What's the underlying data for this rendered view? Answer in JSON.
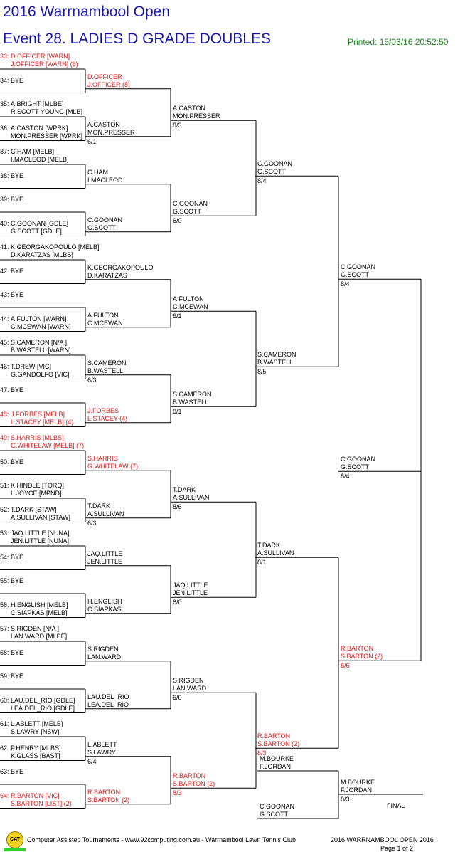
{
  "header": {
    "tournament": "2016 Warrnambool Open",
    "event": "Event 28. LADIES D GRADE DOUBLES",
    "printed": "Printed: 15/03/16 20:52:50"
  },
  "draw": [
    {
      "pos": "33:",
      "p1": "D.OFFICER [WARN]",
      "p2": "J.OFFICER [WARN] (8)",
      "seed": true
    },
    {
      "pos": "34:",
      "p1": "BYE",
      "p2": ""
    },
    {
      "pos": "35:",
      "p1": "A.BRIGHT [MLBE]",
      "p2": "R.SCOTT-YOUNG [MLB]"
    },
    {
      "pos": "36:",
      "p1": "A.CASTON [WPRK]",
      "p2": "MON.PRESSER [WPRK]"
    },
    {
      "pos": "37:",
      "p1": "C.HAM [MELB]",
      "p2": "I.MACLEOD [MELB]"
    },
    {
      "pos": "38:",
      "p1": "BYE",
      "p2": ""
    },
    {
      "pos": "39:",
      "p1": "BYE",
      "p2": ""
    },
    {
      "pos": "40:",
      "p1": "C.GOONAN [GDLE]",
      "p2": "G.SCOTT [GDLE]"
    },
    {
      "pos": "41:",
      "p1": "K.GEORGAKOPOULO [MELB]",
      "p2": "D.KARATZAS [MLBS]"
    },
    {
      "pos": "42:",
      "p1": "BYE",
      "p2": ""
    },
    {
      "pos": "43:",
      "p1": "BYE",
      "p2": ""
    },
    {
      "pos": "44:",
      "p1": "A.FULTON [WARN]",
      "p2": "C.MCEWAN [WARN]"
    },
    {
      "pos": "45:",
      "p1": "S.CAMERON [N/A ]",
      "p2": "B.WASTELL [WARN]"
    },
    {
      "pos": "46:",
      "p1": "T.DREW [VIC]",
      "p2": "G.GANDOLFO [VIC]"
    },
    {
      "pos": "47:",
      "p1": "BYE",
      "p2": ""
    },
    {
      "pos": "48:",
      "p1": "J.FORBES [MELB]",
      "p2": "L.STACEY [MELB] (4)",
      "seed": true
    },
    {
      "pos": "49:",
      "p1": "S.HARRIS [MLBS]",
      "p2": "G.WHITELAW [MELB] (7)",
      "seed": true
    },
    {
      "pos": "50:",
      "p1": "BYE",
      "p2": ""
    },
    {
      "pos": "51:",
      "p1": "K.HINDLE [TORQ]",
      "p2": "L.JOYCE [MPND]"
    },
    {
      "pos": "52:",
      "p1": "T.DARK [STAW]",
      "p2": "A.SULLIVAN [STAW]"
    },
    {
      "pos": "53:",
      "p1": "JAQ.LITTLE [NUNA]",
      "p2": "JEN.LITTLE [NUNA]"
    },
    {
      "pos": "54:",
      "p1": "BYE",
      "p2": ""
    },
    {
      "pos": "55:",
      "p1": "BYE",
      "p2": ""
    },
    {
      "pos": "56:",
      "p1": "H.ENGLISH [MELB]",
      "p2": "C.SIAPKAS [MELB]"
    },
    {
      "pos": "57:",
      "p1": "S.RIGDEN [N/A ]",
      "p2": "LAN.WARD [MLBE]"
    },
    {
      "pos": "58:",
      "p1": "BYE",
      "p2": ""
    },
    {
      "pos": "59:",
      "p1": "BYE",
      "p2": ""
    },
    {
      "pos": "60:",
      "p1": "LAU.DEL_RIO [GDLE]",
      "p2": "LEA.DEL_RIO [GDLE]"
    },
    {
      "pos": "61:",
      "p1": "L.ABLETT [MELB]",
      "p2": "S.LAWRY [NSW]"
    },
    {
      "pos": "62:",
      "p1": "P.HENRY [MLBS]",
      "p2": "K.GLASS [BAST]"
    },
    {
      "pos": "63:",
      "p1": "BYE",
      "p2": ""
    },
    {
      "pos": "64:",
      "p1": "R.BARTON [VIC]",
      "p2": "S.BARTON [LIST] (2)",
      "seed": true
    }
  ],
  "round2": [
    {
      "a": "D.OFFICER",
      "b": "J.OFFICER (8)",
      "score": "",
      "seed": true
    },
    {
      "a": "A.CASTON",
      "b": "MON.PRESSER",
      "score": "6/1"
    },
    {
      "a": "C.HAM",
      "b": "I.MACLEOD",
      "score": ""
    },
    {
      "a": "C.GOONAN",
      "b": "G.SCOTT",
      "score": ""
    },
    {
      "a": "K.GEORGAKOPOULO",
      "b": "D.KARATZAS",
      "score": ""
    },
    {
      "a": "A.FULTON",
      "b": "C.MCEWAN",
      "score": ""
    },
    {
      "a": "S.CAMERON",
      "b": "B.WASTELL",
      "score": "6/3"
    },
    {
      "a": "J.FORBES",
      "b": "L.STACEY (4)",
      "score": "",
      "seed": true
    },
    {
      "a": "S.HARRIS",
      "b": "G.WHITELAW (7)",
      "score": "",
      "seed": true
    },
    {
      "a": "T.DARK",
      "b": "A.SULLIVAN",
      "score": "6/3"
    },
    {
      "a": "JAQ.LITTLE",
      "b": "JEN.LITTLE",
      "score": ""
    },
    {
      "a": "H.ENGLISH",
      "b": "C.SIAPKAS",
      "score": ""
    },
    {
      "a": "S.RIGDEN",
      "b": "LAN.WARD",
      "score": ""
    },
    {
      "a": "LAU.DEL_RIO",
      "b": "LEA.DEL_RIO",
      "score": ""
    },
    {
      "a": "L.ABLETT",
      "b": "S.LAWRY",
      "score": "6/4"
    },
    {
      "a": "R.BARTON",
      "b": "S.BARTON (2)",
      "score": "",
      "seed": true
    }
  ],
  "round3": [
    {
      "a": "A.CASTON",
      "b": "MON.PRESSER",
      "score": "8/3"
    },
    {
      "a": "C.GOONAN",
      "b": "G.SCOTT",
      "score": "6/0"
    },
    {
      "a": "A.FULTON",
      "b": "C.MCEWAN",
      "score": "6/1"
    },
    {
      "a": "S.CAMERON",
      "b": "B.WASTELL",
      "score": "8/1"
    },
    {
      "a": "T.DARK",
      "b": "A.SULLIVAN",
      "score": "8/6"
    },
    {
      "a": "JAQ.LITTLE",
      "b": "JEN.LITTLE",
      "score": "6/0"
    },
    {
      "a": "S.RIGDEN",
      "b": "LAN.WARD",
      "score": "6/0"
    },
    {
      "a": "R.BARTON",
      "b": "S.BARTON (2)",
      "score": "8/3",
      "seed": true
    }
  ],
  "round4": [
    {
      "a": "C.GOONAN",
      "b": "G.SCOTT",
      "score": "8/4"
    },
    {
      "a": "S.CAMERON",
      "b": "B.WASTELL",
      "score": "8/5"
    },
    {
      "a": "T.DARK",
      "b": "A.SULLIVAN",
      "score": "8/1"
    },
    {
      "a": "R.BARTON",
      "b": "S.BARTON (2)",
      "score": "8/3",
      "seed": true
    }
  ],
  "round5": [
    {
      "a": "C.GOONAN",
      "b": "G.SCOTT",
      "score": "8/4"
    },
    {
      "a": "R.BARTON",
      "b": "S.BARTON (2)",
      "score": "8/6",
      "seed": true
    }
  ],
  "round6": [
    {
      "a": "C.GOONAN",
      "b": "G.SCOTT",
      "score": "8/4"
    }
  ],
  "final": {
    "top_a": "M.BOURKE",
    "top_b": "F.JORDAN",
    "bottom_a": "C.GOONAN",
    "bottom_b": "G.SCOTT",
    "winner_a": "M.BOURKE",
    "winner_b": "F.JORDAN",
    "score": "8/3",
    "label": "FINAL"
  },
  "footer": {
    "logo": "CAT",
    "credit": "Computer Assisted Tournaments - www.92computing.com.au -  Warrnambool Lawn Tennis Club",
    "title": "2016 WARRNAMBOOL OPEN 2016",
    "page": "Page 1 of 2"
  }
}
